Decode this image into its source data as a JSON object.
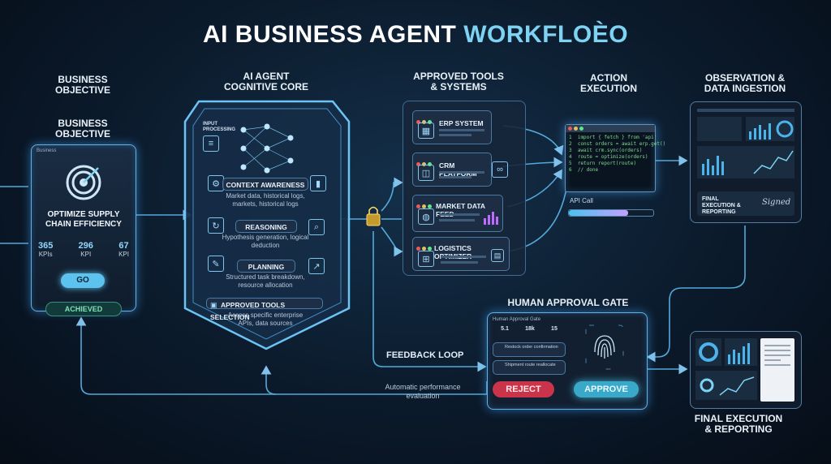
{
  "title": {
    "part1": "AI BUSINESS AGENT",
    "part2": "WORKFLOЀO"
  },
  "headers": {
    "business_objective": "BUSINESS OBJECTIVE",
    "cognitive_core": "AI AGENT COGNITIVE CORE",
    "approved_tools": "APPROVED TOOLS & SYSTEMS",
    "action_execution": "ACTION EXECUTION",
    "observation": "OBSERVATION & DATA INGESTION",
    "human_gate": "HUMAN APPROVAL GATE",
    "final": "FINAL EXECUTION & REPORTING"
  },
  "objective_card": {
    "title": "BUSINESS OBJECTIVE",
    "small_label": "Business",
    "goal": "OPTIMIZE SUPPLY CHAIN EFFICIENCY",
    "kpis": [
      {
        "value": "365",
        "unit": "KPIs"
      },
      {
        "value": "296",
        "unit": "KPI"
      },
      {
        "value": "67",
        "unit": "KPI"
      }
    ],
    "go_label": "GO",
    "achieved_label": "ACHIEVED"
  },
  "core": {
    "input_label": "INPUT PROCESSING",
    "steps": [
      {
        "title": "CONTEXT AWARENESS",
        "desc": "Market data, historical logs, markets, historical logs"
      },
      {
        "title": "REASONING",
        "desc": "Hypothesis generation, logical deduction"
      },
      {
        "title": "PLANNING",
        "desc": "Structured task breakdown, resource allocation"
      },
      {
        "title": "APPROVED TOOLS SELECTION",
        "desc": "Access specific enterprise APIs, data sources"
      }
    ]
  },
  "tools": [
    {
      "name": "ERP SYSTEM",
      "icon": "grid-icon"
    },
    {
      "name": "CRM PLATFORM",
      "icon": "database-icon"
    },
    {
      "name": "MARKET DATA FEED",
      "icon": "globe-icon"
    },
    {
      "name": "LOGISTICS OPTIMIZER",
      "icon": "network-icon"
    }
  ],
  "action": {
    "api_label": "API Call",
    "progress": 0.7,
    "code_lines": [
      "1  import { fetch } from 'api'",
      "2  const orders = await erp.get()",
      "3  await crm.sync(orders)",
      "4  route = optimize(orders)",
      "5  return report(route)",
      "6  // done"
    ]
  },
  "observation": {
    "report_label": "FINAL EXECUTION & REPORTING",
    "signed_label": "Signed"
  },
  "approval": {
    "window_title": "Human Approval Gate",
    "stats": [
      "5.1",
      "18k",
      "15"
    ],
    "rows": [
      "Restock order confirmation",
      "Shipment route reallocate"
    ],
    "reject_label": "REJECT",
    "approve_label": "APPROVE"
  },
  "feedback": {
    "label": "FEEDBACK LOOP",
    "desc": "Automatic performance evaluation"
  },
  "colors": {
    "accent": "#5fb3ea",
    "reject": "#c9344a",
    "approve": "#3aa9c9",
    "approve_text": "#e6fbff",
    "go": "#5cc2ee",
    "achieved": "#7fe1b8"
  }
}
